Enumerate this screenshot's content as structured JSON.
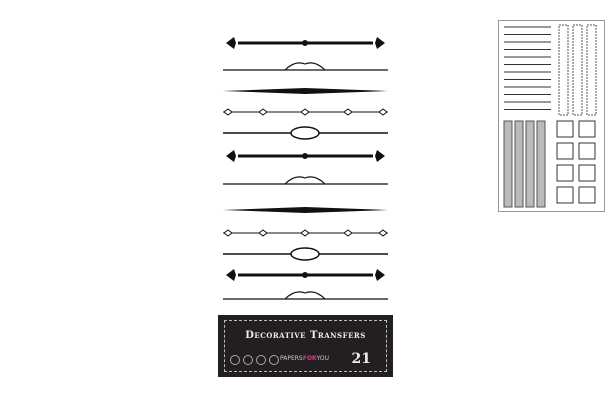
{
  "product": {
    "title": "Decorative Transfers",
    "brand_prefix": "PAPERS",
    "brand_highlight": "FOR",
    "brand_suffix": "YOU",
    "sheet_count": "21"
  },
  "icons": [
    "border-ornament",
    "thumbnail-sheet"
  ]
}
